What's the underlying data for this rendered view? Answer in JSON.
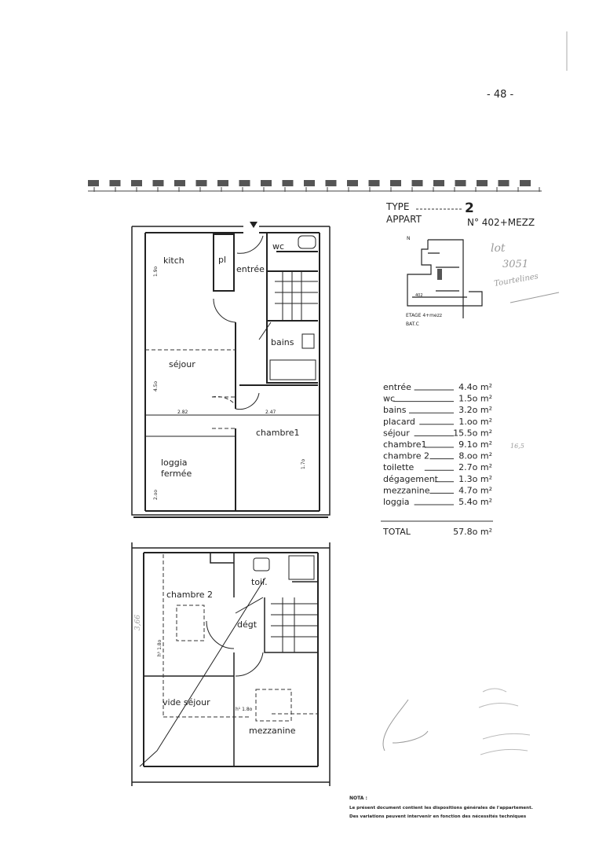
{
  "page_number": "- 48 -",
  "header": {
    "type_label": "TYPE",
    "type_value": "2",
    "appart_label": "APPART",
    "appart_number": "N° 402+MEZZ"
  },
  "key_plan": {
    "north": "N",
    "floor": "ETAGE  4+mezz",
    "building": "BAT.C",
    "unit": "402"
  },
  "handwritten": {
    "lot_line1": "lot",
    "lot_line2": "3051",
    "lot_line3": "Tourtelines",
    "sejour_note": "16,5",
    "height_note": "3,66"
  },
  "surfaces": {
    "rows": [
      {
        "room": "entrée",
        "area": "4.4o m²"
      },
      {
        "room": "wc",
        "area": "1.5o m²"
      },
      {
        "room": "bains",
        "area": "3.2o m²"
      },
      {
        "room": "placard",
        "area": "1.oo m²"
      },
      {
        "room": "séjour",
        "area": "15.5o m²"
      },
      {
        "room": "chambre1",
        "area": "9.1o m²"
      },
      {
        "room": "chambre 2",
        "area": "8.oo m²"
      },
      {
        "room": "toilette",
        "area": "2.7o m²"
      },
      {
        "room": "dégagement",
        "area": "1.3o m²"
      },
      {
        "room": "mezzanine",
        "area": "4.7o m²"
      },
      {
        "room": "loggia",
        "area": "5.4o m²"
      }
    ],
    "total_label": "TOTAL",
    "total_value": "57.8o m²"
  },
  "plan_lower_level": {
    "kitch": "kitch",
    "pl": "pl",
    "entree": "entrée",
    "wc": "wc",
    "bains": "bains",
    "sejour": "séjour",
    "chambre1": "chambre1",
    "loggia1": "loggia",
    "loggia2": "fermée",
    "dim_kitch": "1.9o",
    "dim_sejour": "4.5o",
    "dim_width_left": "2.82",
    "dim_width_right": "2.47",
    "dim_chambre1": "1.7o",
    "dim_loggia": "2.oo"
  },
  "plan_mezzanine_level": {
    "chambre2": "chambre 2",
    "toil": "toil.",
    "degt": "dégt",
    "vide_sejour": "vide séjour",
    "mezzanine": "mezzanine",
    "height1": "h¹ 1.8o",
    "height2": "h¹ 1.8o"
  },
  "note": {
    "title": "NOTA :",
    "line1": "Le présent document contient les dispositions générales de l'appartement.",
    "line2": "Des variations peuvent intervenir en fonction des nécessités techniques"
  }
}
